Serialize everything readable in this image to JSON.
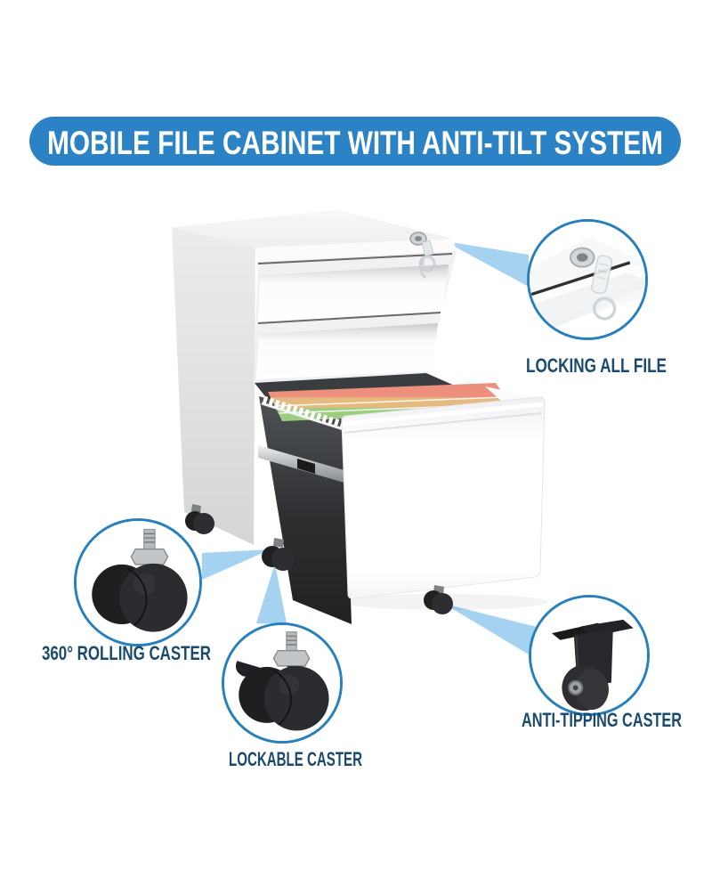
{
  "banner": {
    "text": "MOBILE FILE CABINET WITH ANTI-TILT SYSTEM"
  },
  "callouts": [
    {
      "id": "locking-all-file",
      "label": "LOCKING ALL FILE",
      "icon": "lock-and-key-icon"
    },
    {
      "id": "rolling-caster",
      "label": "360° ROLLING CASTER",
      "icon": "twin-wheel-caster-icon"
    },
    {
      "id": "lockable-caster",
      "label": "LOCKABLE CASTER",
      "icon": "lockable-twin-wheel-caster-icon"
    },
    {
      "id": "anti-tipping-caster",
      "label": "ANTI-TIPPING CASTER",
      "icon": "anti-tipping-caster-icon"
    }
  ],
  "colors": {
    "banner_bg": "#2b82c5",
    "banner_text": "#ffffff",
    "callout_ring": "#2780bd",
    "label_text": "#1a4a6e",
    "pointer_fill": "#a4d2f0",
    "cabinet_body": "#ffffff",
    "drawer_interior": "#35383b",
    "caster_black": "#2a2b2d",
    "file_folder_colors": [
      "#ec8f7c",
      "#e5ba80",
      "#9ccd80"
    ]
  }
}
